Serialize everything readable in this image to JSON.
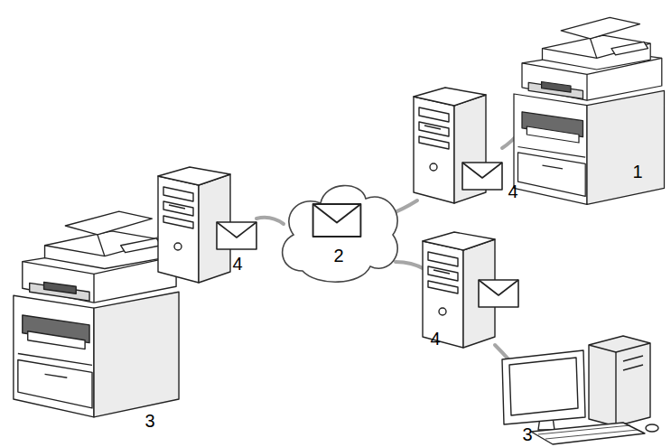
{
  "diagram": {
    "nodes": [
      {
        "text": [
          "2"
        ]
      }
    ],
    "labels": [
      "1",
      "4",
      "4",
      "4",
      "3",
      "3"
    ]
  }
}
